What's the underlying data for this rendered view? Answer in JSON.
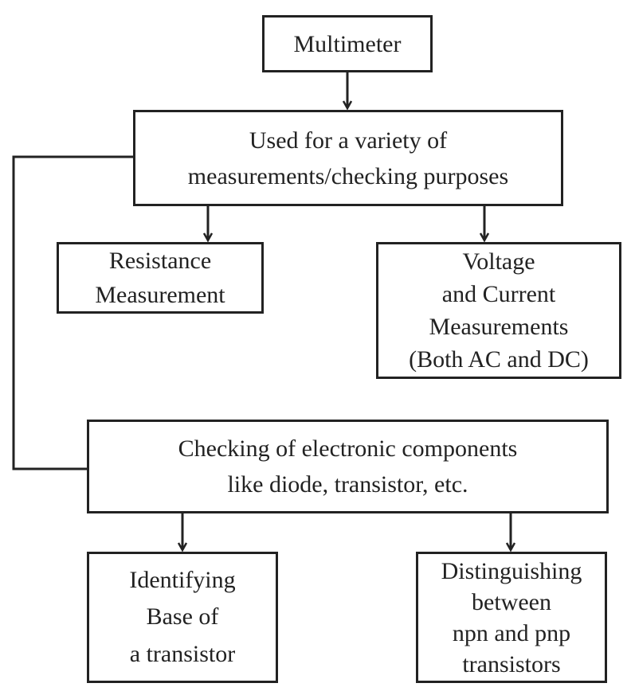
{
  "diagram": {
    "root": {
      "lines": [
        "Multimeter"
      ]
    },
    "purpose": {
      "lines": [
        "Used for a variety of",
        "measurements/checking purposes"
      ]
    },
    "resistance": {
      "lines": [
        "Resistance",
        "Measurement"
      ]
    },
    "voltage_current": {
      "lines": [
        "Voltage",
        "and Current",
        "Measurements",
        "(Both AC and DC)"
      ]
    },
    "components": {
      "lines": [
        "Checking of electronic components",
        "like diode, transistor, etc."
      ]
    },
    "base_id": {
      "lines": [
        "Identifying",
        "Base of",
        "a transistor"
      ]
    },
    "npn_pnp": {
      "lines": [
        "Distinguishing",
        "between",
        "npn and pnp",
        "transistors"
      ]
    }
  },
  "colors": {
    "line": "#222222",
    "background": "#ffffff"
  }
}
